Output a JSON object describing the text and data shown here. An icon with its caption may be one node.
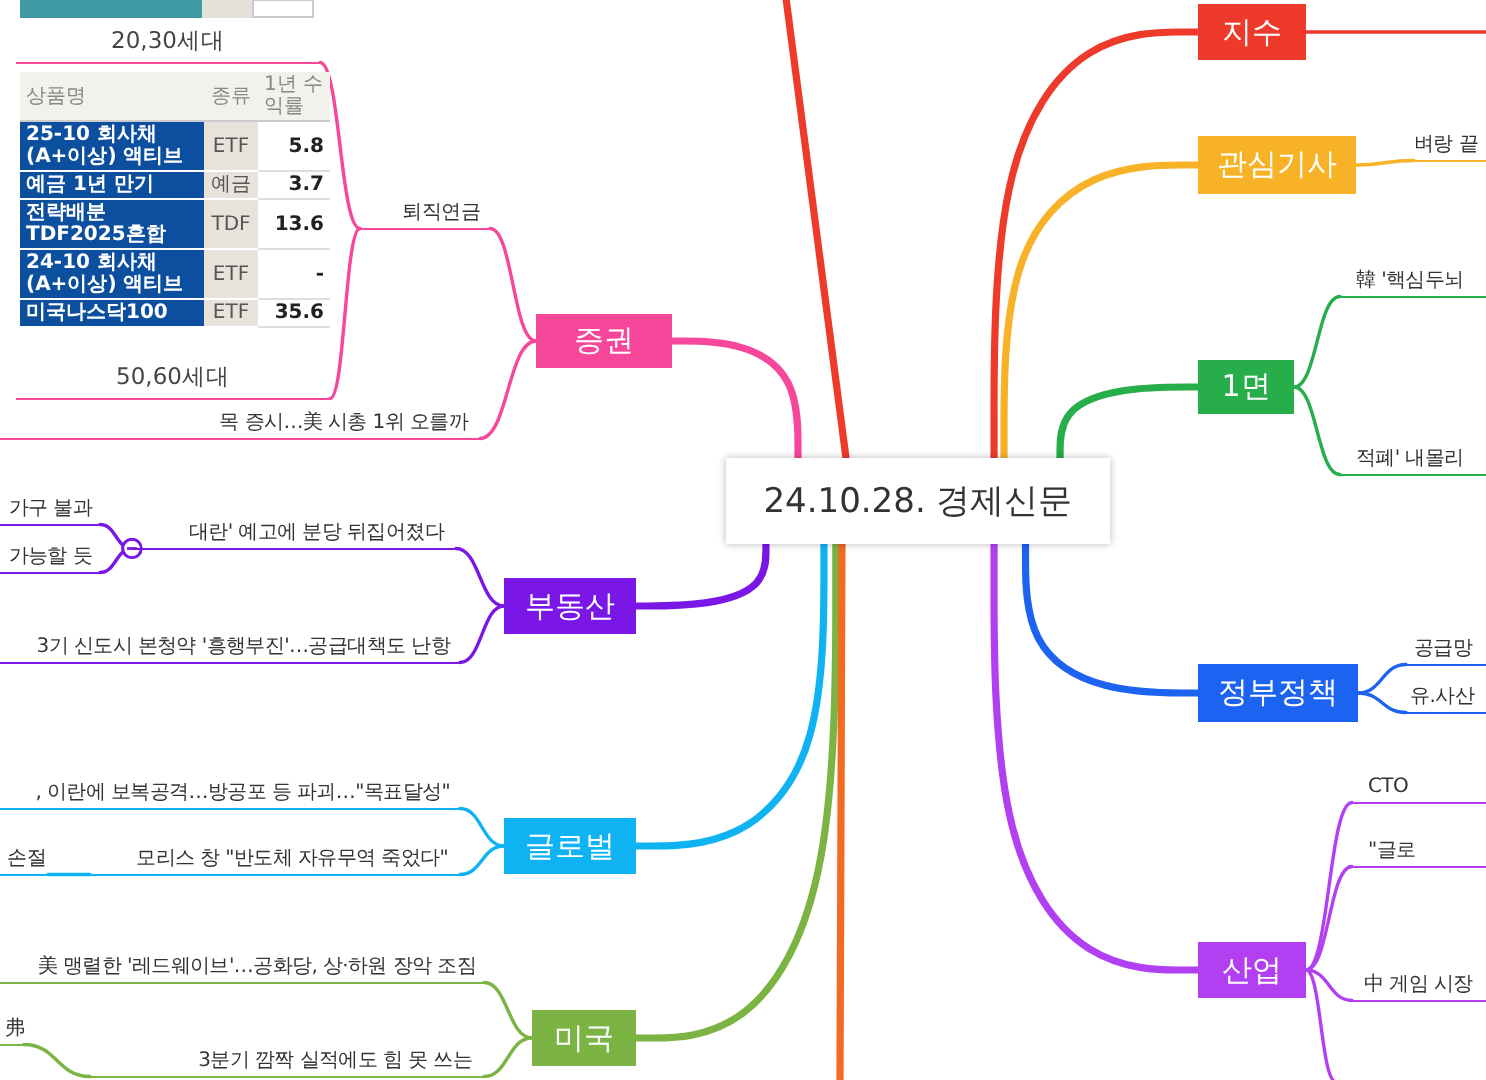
{
  "diagram": {
    "nodes": [
      {
        "text": [
          "24.10.28. 경제신문"
        ]
      },
      {
        "text": [
          "증권"
        ]
      },
      {
        "text": [
          "퇴직연금"
        ]
      },
      {
        "text": [
          "20,30세대"
        ]
      },
      {
        "text": [
          "50,60세대"
        ]
      },
      {
        "text": [
          "목 증시…美 시총 1위 오를까"
        ]
      },
      {
        "text": [
          "부동산"
        ]
      },
      {
        "text": [
          "대란' 예고에 분당 뒤집어졌다"
        ]
      },
      {
        "text": [
          "가구 불과"
        ]
      },
      {
        "text": [
          "가능할 듯"
        ]
      },
      {
        "text": [
          "3기 신도시 본청약 '흥행부진'…공급대책도 난항"
        ]
      },
      {
        "text": [
          "글로벌"
        ]
      },
      {
        "text": [
          ", 이란에 보복공격…방공포 등 파괴…\"목표달성\""
        ]
      },
      {
        "text": [
          "모리스 창 \"반도체 자유무역 죽었다\""
        ]
      },
      {
        "text": [
          "손절"
        ]
      },
      {
        "text": [
          "미국"
        ]
      },
      {
        "text": [
          "美 맹렬한 '레드웨이브'…공화당, 상·하원 장악 조짐"
        ]
      },
      {
        "text": [
          "3분기 깜짝 실적에도 힘 못 쓰는"
        ]
      },
      {
        "text": [
          "弗"
        ]
      },
      {
        "text": [
          "지수"
        ]
      },
      {
        "text": [
          "관심기사"
        ]
      },
      {
        "text": [
          "벼랑 끝"
        ]
      },
      {
        "text": [
          "1면"
        ]
      },
      {
        "text": [
          "韓 '핵심두뇌"
        ]
      },
      {
        "text": [
          "적폐' 내몰리"
        ]
      },
      {
        "text": [
          "정부정책"
        ]
      },
      {
        "text": [
          "공급망"
        ]
      },
      {
        "text": [
          "유.사산"
        ]
      },
      {
        "text": [
          "산업"
        ]
      },
      {
        "text": [
          "CTO"
        ]
      },
      {
        "text": [
          "\"글로"
        ]
      },
      {
        "text": [
          "中 게임 시장"
        ]
      }
    ],
    "edges": [
      {
        "from": 0,
        "to": 1,
        "arrow": "none",
        "style": "thick",
        "color": "#f7479b"
      },
      {
        "from": 0,
        "to": 6,
        "arrow": "none",
        "style": "thick",
        "color": "#7a16e6"
      },
      {
        "from": 0,
        "to": 11,
        "arrow": "none",
        "style": "thick",
        "color": "#10b3f2"
      },
      {
        "from": 0,
        "to": 15,
        "arrow": "none",
        "style": "thick",
        "color": "#7bb443"
      },
      {
        "from": 0,
        "to": null,
        "arrow": "none",
        "style": "thick",
        "color": "#f26b21"
      },
      {
        "from": 0,
        "to": null,
        "arrow": "none",
        "style": "thick",
        "color": "#ee3a2a"
      },
      {
        "from": 0,
        "to": 19,
        "arrow": "none",
        "style": "thick",
        "color": "#ee3a2a"
      },
      {
        "from": 0,
        "to": 20,
        "arrow": "none",
        "style": "thick",
        "color": "#f7b228"
      },
      {
        "from": 0,
        "to": 22,
        "arrow": "none",
        "style": "thick",
        "color": "#27ae4a"
      },
      {
        "from": 0,
        "to": 25,
        "arrow": "none",
        "style": "thick",
        "color": "#1c63f2"
      },
      {
        "from": 0,
        "to": 28,
        "arrow": "none",
        "style": "thick",
        "color": "#b240f2"
      },
      {
        "from": 1,
        "to": 2,
        "arrow": "none",
        "color": "#f7479b"
      },
      {
        "from": 1,
        "to": 5,
        "arrow": "none",
        "color": "#f7479b"
      },
      {
        "from": 2,
        "to": 3,
        "arrow": "none",
        "color": "#f7479b"
      },
      {
        "from": 2,
        "to": 4,
        "arrow": "none",
        "color": "#f7479b"
      },
      {
        "from": 6,
        "to": 7,
        "arrow": "none",
        "color": "#7a16e6"
      },
      {
        "from": 6,
        "to": 10,
        "arrow": "none",
        "color": "#7a16e6"
      },
      {
        "from": 7,
        "to": 8,
        "arrow": "other",
        "color": "#7a16e6"
      },
      {
        "from": 7,
        "to": 9,
        "arrow": "other",
        "color": "#7a16e6"
      },
      {
        "from": 11,
        "to": 12,
        "arrow": "none",
        "color": "#10b3f2"
      },
      {
        "from": 11,
        "to": 13,
        "arrow": "none",
        "color": "#10b3f2"
      },
      {
        "from": 13,
        "to": 14,
        "arrow": "none",
        "color": "#10b3f2"
      },
      {
        "from": 15,
        "to": 16,
        "arrow": "none",
        "color": "#7bb443"
      },
      {
        "from": 15,
        "to": 17,
        "arrow": "none",
        "color": "#7bb443"
      },
      {
        "from": 17,
        "to": 18,
        "arrow": "none",
        "color": "#7bb443"
      },
      {
        "from": 19,
        "to": null,
        "arrow": "none",
        "color": "#ee3a2a"
      },
      {
        "from": 20,
        "to": 21,
        "arrow": "none",
        "color": "#f7b228"
      },
      {
        "from": 22,
        "to": 23,
        "arrow": "none",
        "color": "#27ae4a"
      },
      {
        "from": 22,
        "to": 24,
        "arrow": "none",
        "color": "#27ae4a"
      },
      {
        "from": 25,
        "to": 26,
        "arrow": "none",
        "color": "#1c63f2"
      },
      {
        "from": 25,
        "to": 27,
        "arrow": "none",
        "color": "#1c63f2"
      },
      {
        "from": 28,
        "to": 29,
        "arrow": "none",
        "color": "#b240f2"
      },
      {
        "from": 28,
        "to": 30,
        "arrow": "none",
        "color": "#b240f2"
      },
      {
        "from": 28,
        "to": 31,
        "arrow": "none",
        "color": "#b240f2"
      },
      {
        "from": 28,
        "to": null,
        "arrow": "none",
        "color": "#b240f2"
      }
    ],
    "labels": [
      "상품명",
      "종류",
      "1년 수익률",
      "25-10 회사채(A+이상) 액티브",
      "ETF",
      "5.8",
      "예금 1년 만기",
      "예금",
      "3.7",
      "전략배분TDF2025혼합",
      "TDF",
      "13.6",
      "24-10 회사채(A+이상) 액티브",
      "ETF",
      "-",
      "미국나스닥100",
      "ETF",
      "35.6"
    ]
  }
}
